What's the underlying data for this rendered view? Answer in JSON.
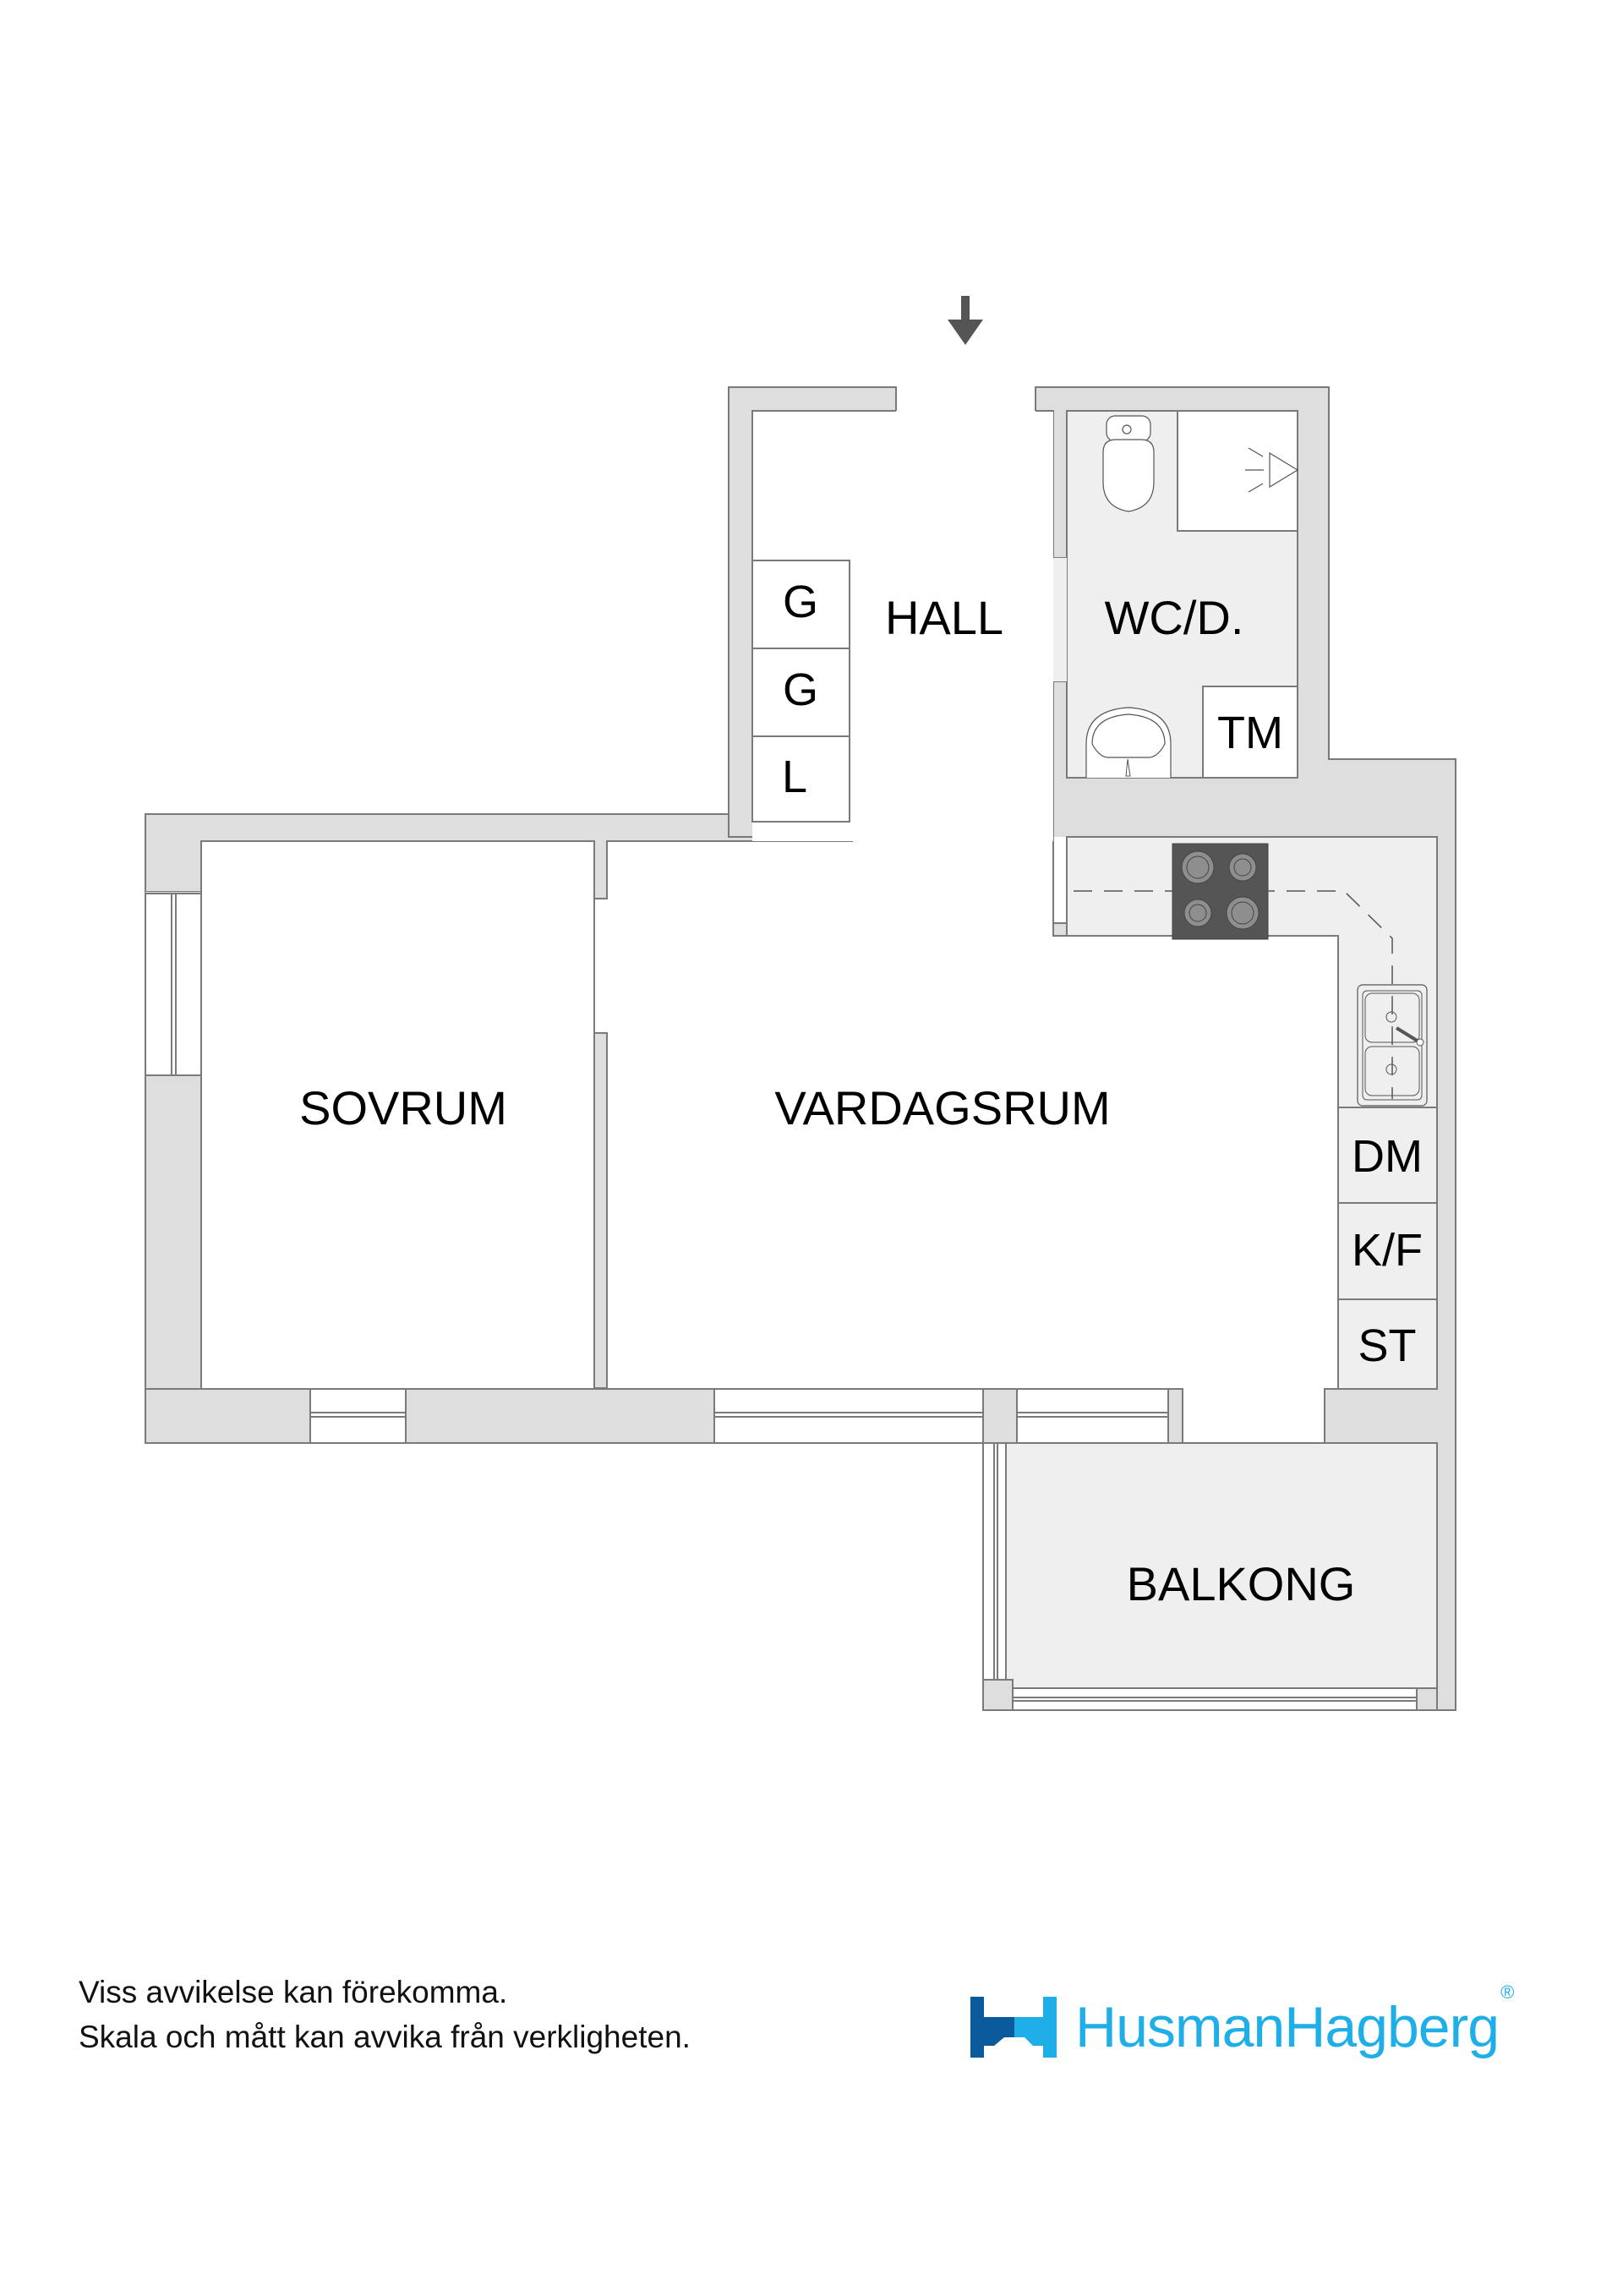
{
  "floorplan": {
    "rooms": {
      "hall": "HALL",
      "wc": "WC/D.",
      "sovrum": "SOVRUM",
      "vardagsrum": "VARDAGSRUM",
      "balkong": "BALKONG"
    },
    "fixtures": {
      "wardrobe_1": "G",
      "wardrobe_2": "G",
      "linen_closet": "L",
      "washing_machine": "TM",
      "dishwasher": "DM",
      "fridge_freezer": "K/F",
      "cabinet": "ST"
    },
    "icons": {
      "entrance": "arrow-down-icon",
      "toilet": "toilet-icon",
      "shower": "shower-icon",
      "washbasin": "washbasin-icon",
      "stove": "stove-icon",
      "sink": "kitchen-sink-icon"
    },
    "colors": {
      "wall": "#dedede",
      "wet_floor": "#efefef",
      "stove": "#555555",
      "outline": "#7a7a7a"
    }
  },
  "footer": {
    "disclaimer_line1": "Viss avvikelse kan förekomma.",
    "disclaimer_line2": "Skala och mått kan avvika från verkligheten."
  },
  "logo": {
    "name": "HusmanHagberg",
    "registered": "®",
    "colors": {
      "dark_blue": "#0b5a9c",
      "light_blue": "#1eaee8"
    }
  }
}
